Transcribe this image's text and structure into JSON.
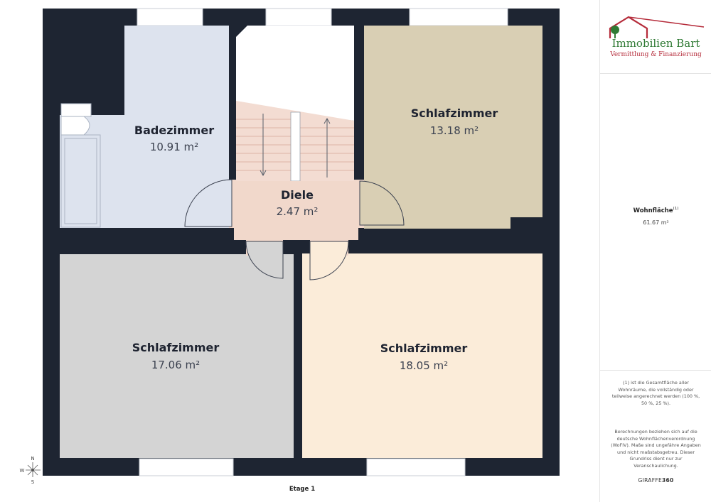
{
  "floor_label": "Etage 1",
  "rooms": [
    {
      "name": "Badezimmer",
      "area": "10.91 m²"
    },
    {
      "name": "Diele",
      "area": "2.47 m²"
    },
    {
      "name": "Schlafzimmer",
      "area": "13.18 m²"
    },
    {
      "name": "Schlafzimmer",
      "area": "17.06 m²"
    },
    {
      "name": "Schlafzimmer",
      "area": "18.05 m²"
    }
  ],
  "compass": {
    "n": "N",
    "s": "S",
    "w": "W"
  },
  "sidebar": {
    "logo_name": "Immobilien Bart",
    "logo_sub": "Vermittlung & Finanzierung",
    "area_label": "Wohnfläche",
    "area_label_note": "(1)",
    "area_value": "61.67 m²",
    "note_1": "(1) ist die Gesamtfläche aller Wohnräume, die vollständig oder teilweise angerechnet werden (100 %, 50 %, 25 %).",
    "note_2": "Berechnungen beziehen sich auf die deutsche Wohnflächenverordnung (WoFlV). Maße sind ungefähre Angaben und nicht maßstabsgetreu. Dieser Grundriss dient nur zur Veranschaulichung.",
    "brand_a": "GIRAFFE",
    "brand_b": "360"
  },
  "colors": {
    "wall": "#1e2532",
    "bath": "#dde3ee",
    "hall": "#f1d8cb",
    "stairs": "#f3dcd2",
    "bedroom_ne": "#d9cfb4",
    "bedroom_sw": "#d4d4d4",
    "bedroom_se": "#fbecd9",
    "logo_green": "#2f7a34",
    "logo_red": "#b52b3a"
  }
}
